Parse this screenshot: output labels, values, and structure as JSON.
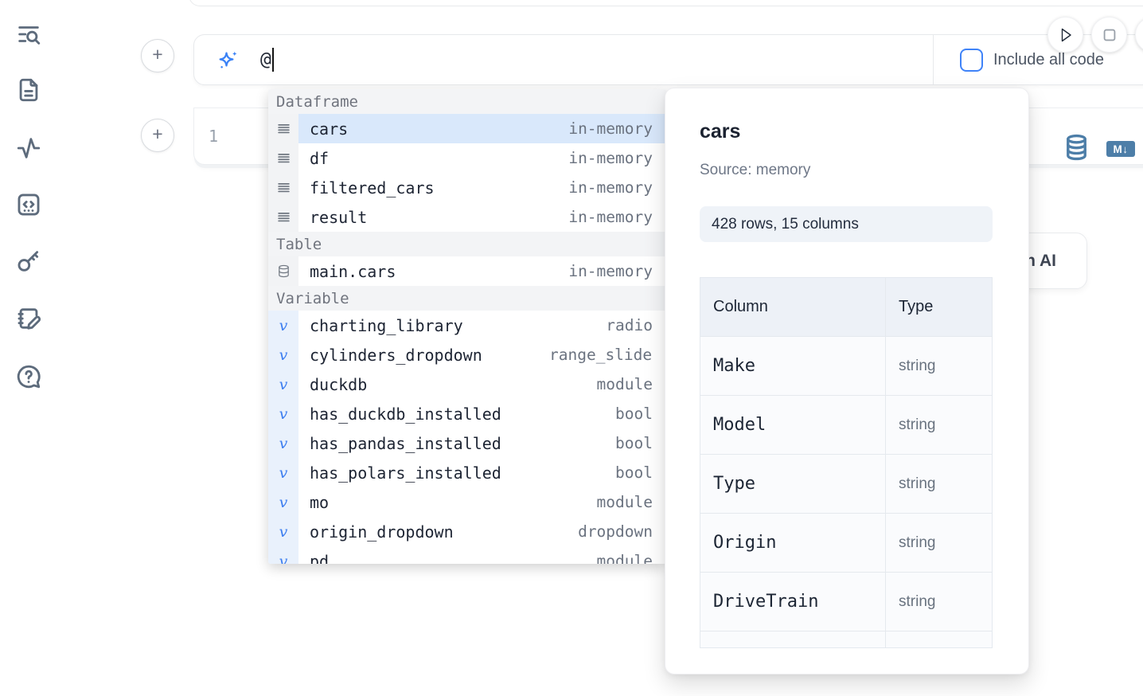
{
  "sidebar": {
    "icons": [
      {
        "name": "list-search-icon"
      },
      {
        "name": "file-text-icon"
      },
      {
        "name": "activity-icon"
      },
      {
        "name": "code-square-icon"
      },
      {
        "name": "key-icon"
      },
      {
        "name": "notebook-pen-icon"
      },
      {
        "name": "help-bubble-icon"
      }
    ]
  },
  "controls": {
    "add_cell_label": "+",
    "play_button": "run",
    "stop_button": "stop"
  },
  "ai_input": {
    "value": "@",
    "include_all_code_label": "Include all code",
    "include_all_code_checked": false,
    "sparkle_icon": "ai-sparkle-icon"
  },
  "code_cell": {
    "line_number": "1",
    "icons": [
      "database-icon",
      "markdown-icon"
    ],
    "markdown_badge": "M↓"
  },
  "generate_button": {
    "label": "Generate with AI"
  },
  "autocomplete": {
    "sections": [
      {
        "label": "Dataframe",
        "items": [
          {
            "icon": "dataframe-icon",
            "name": "cars",
            "detail": "in-memory",
            "selected": true
          },
          {
            "icon": "dataframe-icon",
            "name": "df",
            "detail": "in-memory",
            "selected": false
          },
          {
            "icon": "dataframe-icon",
            "name": "filtered_cars",
            "detail": "in-memory",
            "selected": false
          },
          {
            "icon": "dataframe-icon",
            "name": "result",
            "detail": "in-memory",
            "selected": false
          }
        ]
      },
      {
        "label": "Table",
        "items": [
          {
            "icon": "table-icon",
            "name": "main.cars",
            "detail": "in-memory",
            "selected": false
          }
        ]
      },
      {
        "label": "Variable",
        "items": [
          {
            "icon": "variable-icon",
            "name": "charting_library",
            "detail": "radio",
            "selected": false
          },
          {
            "icon": "variable-icon",
            "name": "cylinders_dropdown",
            "detail": "range_slider",
            "selected": false
          },
          {
            "icon": "variable-icon",
            "name": "duckdb",
            "detail": "module",
            "selected": false
          },
          {
            "icon": "variable-icon",
            "name": "has_duckdb_installed",
            "detail": "bool",
            "selected": false
          },
          {
            "icon": "variable-icon",
            "name": "has_pandas_installed",
            "detail": "bool",
            "selected": false
          },
          {
            "icon": "variable-icon",
            "name": "has_polars_installed",
            "detail": "bool",
            "selected": false
          },
          {
            "icon": "variable-icon",
            "name": "mo",
            "detail": "module",
            "selected": false
          },
          {
            "icon": "variable-icon",
            "name": "origin_dropdown",
            "detail": "dropdown",
            "selected": false
          },
          {
            "icon": "variable-icon",
            "name": "pd",
            "detail": "module",
            "selected": false
          }
        ]
      }
    ]
  },
  "preview": {
    "title": "cars",
    "source": "Source: memory",
    "shape_badge": "428 rows, 15 columns",
    "table": {
      "headers": [
        "Column",
        "Type"
      ],
      "rows": [
        {
          "column": "Make",
          "type": "string"
        },
        {
          "column": "Model",
          "type": "string"
        },
        {
          "column": "Type",
          "type": "string"
        },
        {
          "column": "Origin",
          "type": "string"
        },
        {
          "column": "DriveTrain",
          "type": "string"
        }
      ],
      "partial_row_visible": true
    }
  },
  "colors": {
    "accent_blue": "#3b82f6",
    "selection_blue": "#d9e8fb",
    "variable_strip_blue": "#e9f1fc",
    "icon_strip_gray": "#f2f3f5",
    "steel_blue_icon": "#4d7ea8",
    "sidebar_icon": "#5d6b7c"
  }
}
